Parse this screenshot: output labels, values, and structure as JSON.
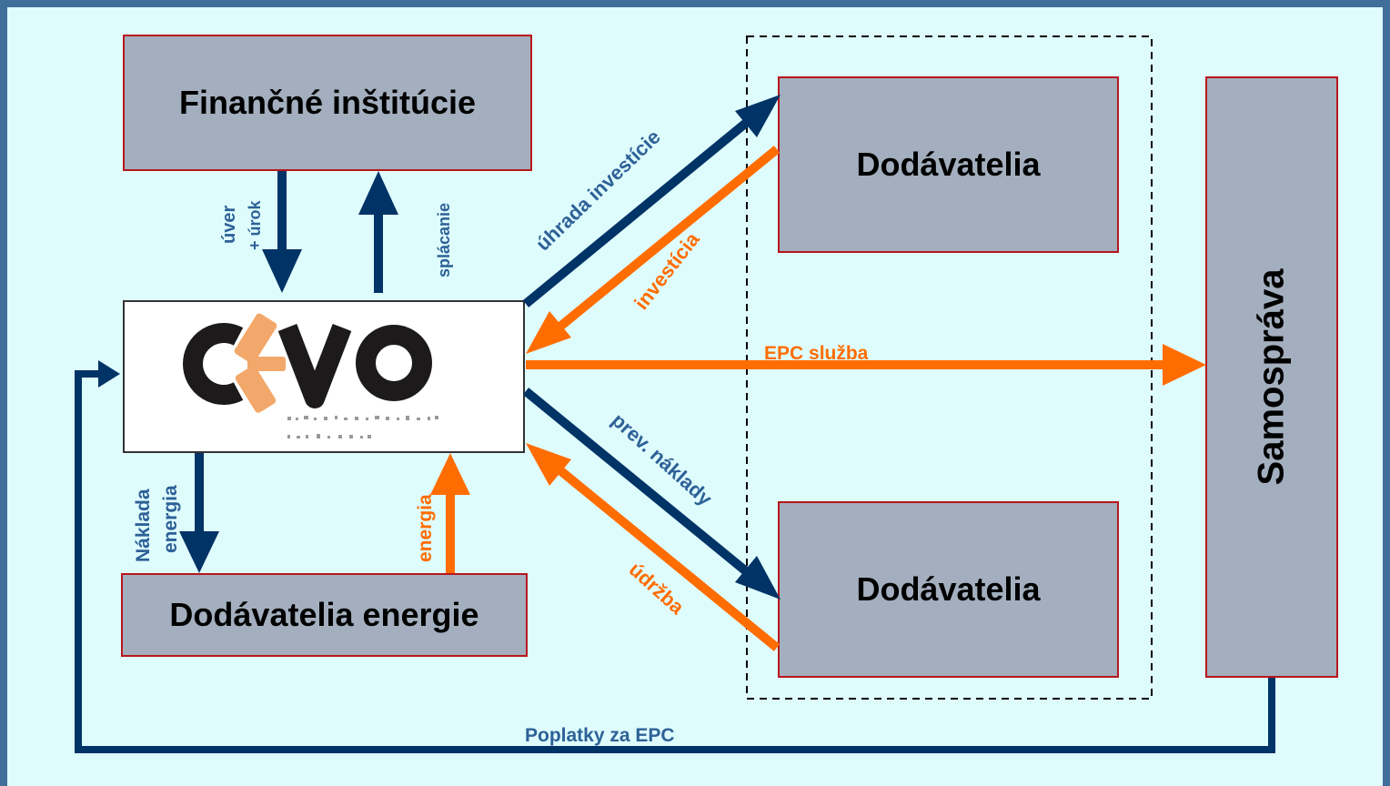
{
  "nodes": {
    "financne": "Finančné inštitúcie",
    "dodavatelia_top": "Dodávatelia",
    "dodavatelia_bottom": "Dodávatelia",
    "dodavatelia_energie": "Dodávatelia energie",
    "samosprava": "Samospráva"
  },
  "logo": {
    "text": "CEVO"
  },
  "edges": {
    "uver": "úver",
    "urok": "+ úrok",
    "splacanie": "splácanie",
    "uhrada": "úhrada investície",
    "investicia": "investícia",
    "epc_sluzba": "EPC služba",
    "prev_naklady": "prev. náklady",
    "udrzba": "údržba",
    "naklada": "Náklada",
    "energia_left": "energia",
    "energia_right": "energia",
    "poplatky": "Poplatky za EPC"
  },
  "colors": {
    "blue": "#003366",
    "orange": "#ff6d00",
    "box_fill": "#a3afbe",
    "box_border": "#b8161c"
  }
}
